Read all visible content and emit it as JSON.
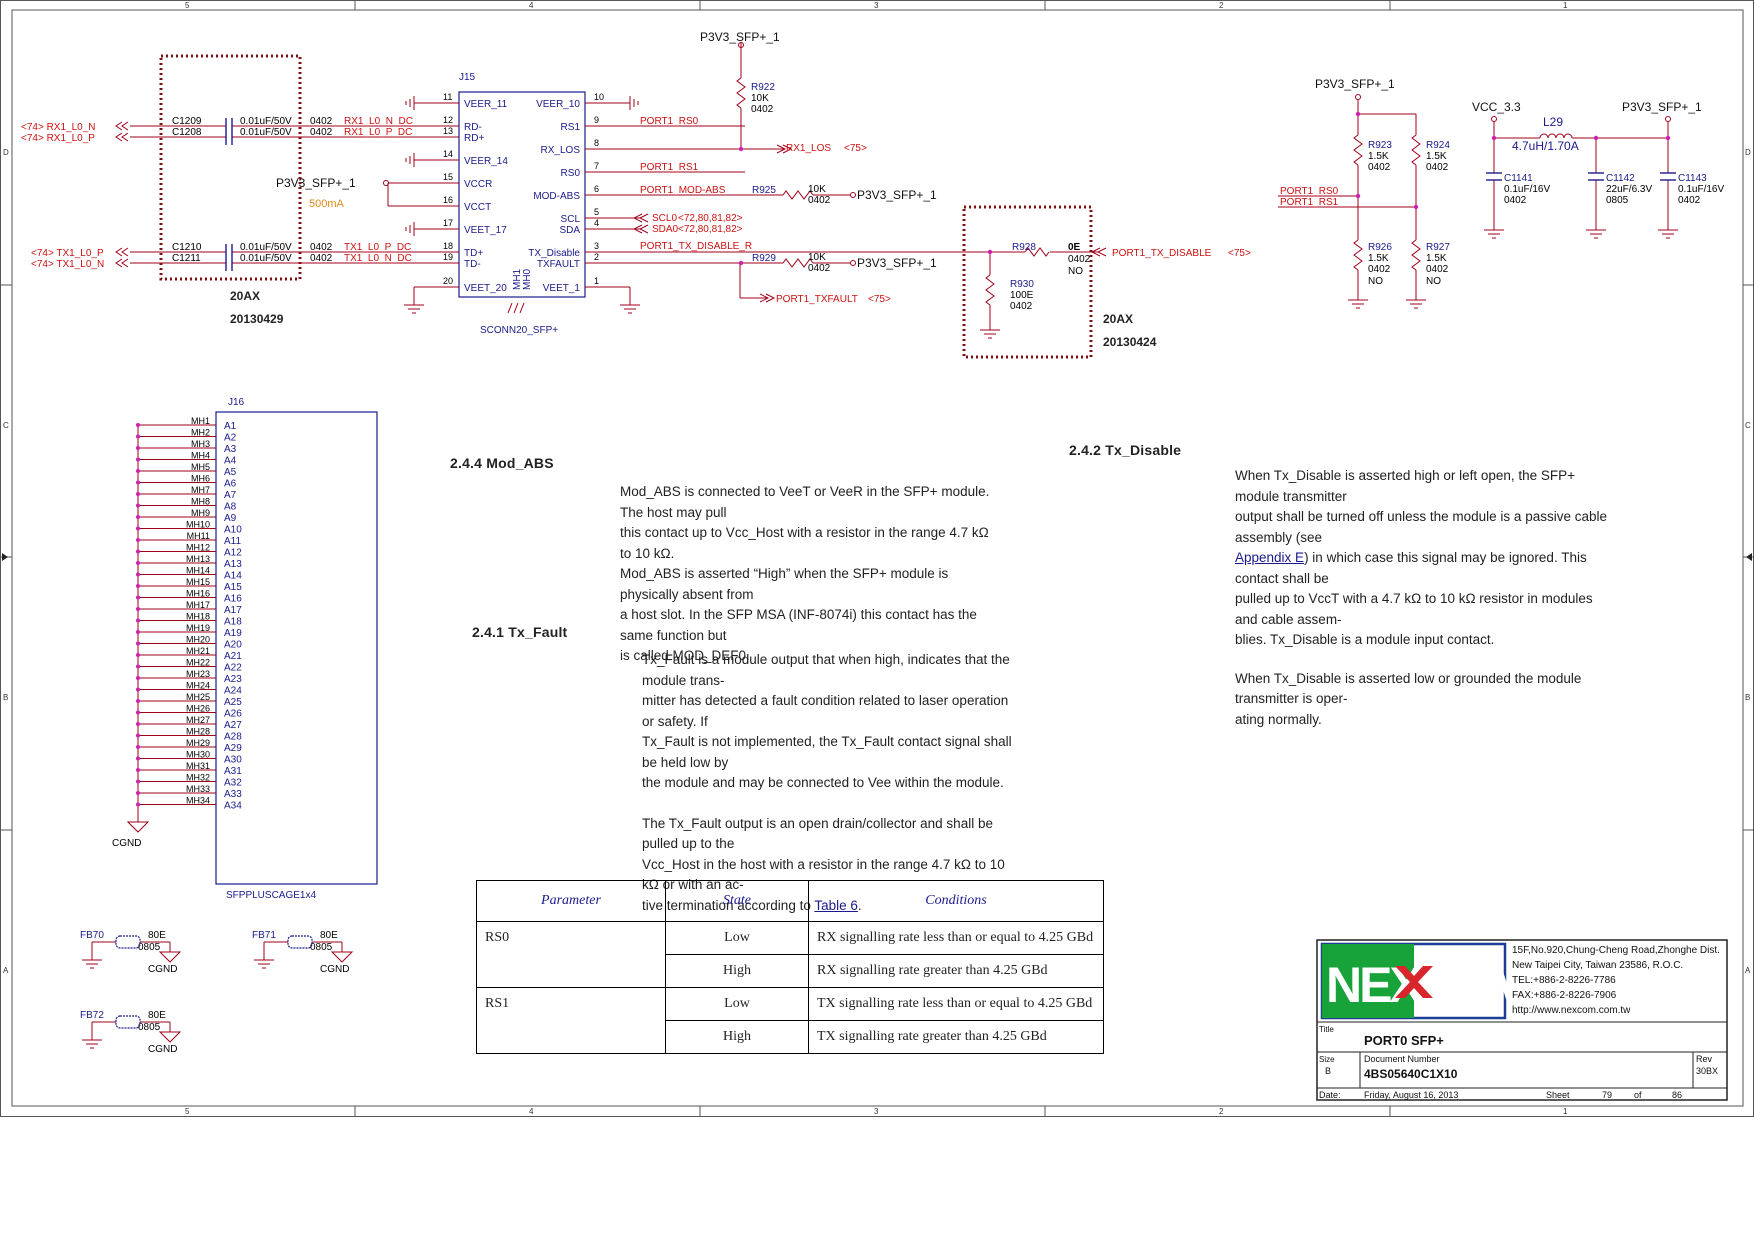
{
  "title_block": {
    "company": "NEXCOM",
    "address": [
      "15F,No.920,Chung-Cheng Road,Zhonghe Dist.",
      "New Taipei City, Taiwan 23586, R.O.C.",
      "TEL:+886-2-8226-7786",
      "FAX:+886-2-8226-7906",
      "http://www.nexcom.com.tw"
    ],
    "title_label": "Title",
    "title": "PORT0 SFP+",
    "size_label": "Size",
    "size": "B",
    "docnum_label": "Document Number",
    "docnum": "4BS05640C1X10",
    "rev_label": "Rev",
    "rev": "30BX",
    "date_label": "Date:",
    "date": "Friday, August 16, 2013",
    "sheet_label": "Sheet",
    "sheet": "79",
    "of_label": "of",
    "of": "86"
  },
  "border": {
    "cols": [
      "5",
      "4",
      "3",
      "2",
      "1"
    ],
    "rows": [
      "D",
      "C",
      "B",
      "A"
    ]
  },
  "j15": {
    "ref": "J15",
    "part": "SCONN20_SFP+",
    "left_pins": [
      {
        "num": "11",
        "name": "VEER_11"
      },
      {
        "num": "12",
        "name": "RD-"
      },
      {
        "num": "13",
        "name": "RD+"
      },
      {
        "num": "14",
        "name": "VEER_14"
      },
      {
        "num": "15",
        "name": "VCCR"
      },
      {
        "num": "16",
        "name": "VCCT"
      },
      {
        "num": "17",
        "name": "VEET_17"
      },
      {
        "num": "18",
        "name": "TD+"
      },
      {
        "num": "19",
        "name": "TD-"
      },
      {
        "num": "20",
        "name": "VEET_20"
      }
    ],
    "right_pins": [
      {
        "num": "10",
        "name": "VEER_10"
      },
      {
        "num": "9",
        "name": "RS1"
      },
      {
        "num": "8",
        "name": "RX_LOS"
      },
      {
        "num": "7",
        "name": "RS0"
      },
      {
        "num": "6",
        "name": "MOD-ABS"
      },
      {
        "num": "5",
        "name": "SCL"
      },
      {
        "num": "4",
        "name": "SDA"
      },
      {
        "num": "3",
        "name": "TX_Disable"
      },
      {
        "num": "2",
        "name": "TXFAULT"
      },
      {
        "num": "1",
        "name": "VEET_1"
      }
    ],
    "mh": [
      "MH1",
      "MH0"
    ]
  },
  "caps": [
    {
      "ref": "C1209",
      "val": "0.01uF/50V",
      "pkg": "0402"
    },
    {
      "ref": "C1208",
      "val": "0.01uF/50V",
      "pkg": "0402"
    },
    {
      "ref": "C1210",
      "val": "0.01uF/50V",
      "pkg": "0402"
    },
    {
      "ref": "C1211",
      "val": "0.01uF/50V",
      "pkg": "0402"
    }
  ],
  "nets_left": {
    "rx_n_in": "<74>  RX1_L0_N",
    "rx_p_in": "<74>  RX1_L0_P",
    "tx_p_in": "<74>  TX1_L0_P",
    "tx_n_in": "<74>  TX1_L0_N",
    "rx_n_dc": "RX1_L0_N_DC",
    "rx_p_dc": "RX1_L0_P_DC",
    "tx_p_dc": "TX1_L0_P_DC",
    "tx_n_dc": "TX1_L0_N_DC",
    "vcc": "P3V3_SFP+_1",
    "current": "500mA"
  },
  "annot_left": {
    "name": "20AX",
    "date": "20130429"
  },
  "annot_right": {
    "name": "20AX",
    "date": "20130424"
  },
  "nets_right": {
    "top_pwr": "P3V3_SFP+_1",
    "r922": {
      "ref": "R922",
      "val": "10K",
      "pkg": "0402"
    },
    "rs0": "PORT1_RS0",
    "rx_los": "RX1_LOS",
    "rx_los_ref": "<75>",
    "rs1": "PORT1_RS1",
    "mod_abs": "PORT1_MOD-ABS",
    "r925": {
      "ref": "R925",
      "val": "10K",
      "pkg": "0402"
    },
    "r925_pwr": "P3V3_SFP+_1",
    "scl": "SCL0",
    "scl_ref": "<72,80,81,82>",
    "sda": "SDA0",
    "sda_ref": "<72,80,81,82>",
    "txdis": "PORT1_TX_DISABLE_R",
    "r929": {
      "ref": "R929",
      "val": "10K",
      "pkg": "0402"
    },
    "r929_pwr": "P3V3_SFP+_1",
    "txfault": "PORT1_TXFAULT",
    "txfault_ref": "<75>",
    "r928": {
      "ref": "R928",
      "val": "0E",
      "pkg": "0402",
      "no": "NO"
    },
    "r930": {
      "ref": "R930",
      "val": "100E",
      "pkg": "0402"
    },
    "txdis_out": "PORT1_TX_DISABLE",
    "txdis_out_ref": "<75>"
  },
  "rs_block": {
    "pwr": "P3V3_SFP+_1",
    "r923": {
      "ref": "R923",
      "val": "1.5K",
      "pkg": "0402"
    },
    "r924": {
      "ref": "R924",
      "val": "1.5K",
      "pkg": "0402"
    },
    "r926": {
      "ref": "R926",
      "val": "1.5K",
      "pkg": "0402",
      "no": "NO"
    },
    "r927": {
      "ref": "R927",
      "val": "1.5K",
      "pkg": "0402",
      "no": "NO"
    },
    "rs0": "PORT1_RS0",
    "rs1": "PORT1_RS1"
  },
  "power_block": {
    "vcc": "VCC_3.3",
    "out": "P3V3_SFP+_1",
    "l29": {
      "ref": "L29",
      "val": "4.7uH/1.70A"
    },
    "c1141": {
      "ref": "C1141",
      "val": "0.1uF/16V",
      "pkg": "0402"
    },
    "c1142": {
      "ref": "C1142",
      "val": "22uF/6.3V",
      "pkg": "0805"
    },
    "c1143": {
      "ref": "C1143",
      "val": "0.1uF/16V",
      "pkg": "0402"
    }
  },
  "j16": {
    "ref": "J16",
    "part": "SFPPLUSCAGE1x4",
    "gnd": "CGND",
    "mh": [
      "MH1",
      "MH2",
      "MH3",
      "MH4",
      "MH5",
      "MH6",
      "MH7",
      "MH8",
      "MH9",
      "MH10",
      "MH11",
      "MH12",
      "MH13",
      "MH14",
      "MH15",
      "MH16",
      "MH17",
      "MH18",
      "MH19",
      "MH20",
      "MH21",
      "MH22",
      "MH23",
      "MH24",
      "MH25",
      "MH26",
      "MH27",
      "MH28",
      "MH29",
      "MH30",
      "MH31",
      "MH32",
      "MH33",
      "MH34"
    ],
    "a": [
      "A1",
      "A2",
      "A3",
      "A4",
      "A5",
      "A6",
      "A7",
      "A8",
      "A9",
      "A10",
      "A11",
      "A12",
      "A13",
      "A14",
      "A15",
      "A16",
      "A17",
      "A18",
      "A19",
      "A20",
      "A21",
      "A22",
      "A23",
      "A24",
      "A25",
      "A26",
      "A27",
      "A28",
      "A29",
      "A30",
      "A31",
      "A32",
      "A33",
      "A34"
    ]
  },
  "ferrites": [
    {
      "ref": "FB70",
      "val": "80E",
      "pkg": "0805",
      "gnd": "CGND"
    },
    {
      "ref": "FB71",
      "val": "80E",
      "pkg": "0805",
      "gnd": "CGND"
    },
    {
      "ref": "FB72",
      "val": "80E",
      "pkg": "0805",
      "gnd": "CGND"
    }
  ],
  "notes": {
    "mod_abs": {
      "heading": "2.4.4 Mod_ABS",
      "lines": [
        "Mod_ABS is connected to VeeT or VeeR in the SFP+ module. The host may pull",
        "this contact up to Vcc_Host with a resistor in the range 4.7 kΩ to 10 kΩ.",
        "Mod_ABS is asserted “High” when the SFP+ module is physically absent from",
        "a host slot. In the SFP MSA (INF-8074i) this contact has the same function but",
        "is called MOD_DEF0."
      ]
    },
    "tx_fault": {
      "heading": "2.4.1 Tx_Fault",
      "lines": [
        "Tx_Fault is a module output that when high, indicates that the module trans-",
        "mitter has detected a fault condition related to laser operation or safety. If",
        "Tx_Fault is not implemented, the Tx_Fault contact signal shall be held low by",
        "the module and may be connected to Vee within the module."
      ],
      "lines2_pre": "The Tx_Fault output is an open drain/collector and shall be pulled up to the",
      "lines2_mid": "Vcc_Host in the host with a resistor in the range 4.7 kΩ to 10 kΩ or with an ac-",
      "lines2_end_pre": "tive termination according to ",
      "lines2_link": "Table 6",
      "lines2_end_post": "."
    },
    "tx_disable": {
      "heading": "2.4.2 Tx_Disable",
      "l1": "When Tx_Disable is asserted high or left open, the SFP+ module transmitter",
      "l2": "output shall be turned off unless the module is a passive cable assembly (see",
      "l3_link": "Appendix E",
      "l3_post": ") in which case this signal may be ignored. This contact shall be",
      "l4": "pulled up to VccT with a 4.7 kΩ to 10 kΩ resistor in modules and cable assem-",
      "l5": "blies. Tx_Disable is a module input contact.",
      "l6": "When Tx_Disable is asserted low or grounded the module transmitter is oper-",
      "l7": "ating normally."
    }
  },
  "table": {
    "headers": [
      "Parameter",
      "State",
      "Conditions"
    ],
    "rows": [
      {
        "param": "RS0",
        "state": "Low",
        "cond": "RX signalling rate less than or equal to 4.25 GBd"
      },
      {
        "param": "",
        "state": "High",
        "cond": "RX signalling rate greater than 4.25 GBd"
      },
      {
        "param": "RS1",
        "state": "Low",
        "cond": "TX signalling rate less than or equal to 4.25 GBd"
      },
      {
        "param": "",
        "state": "High",
        "cond": "TX signalling rate greater than 4.25 GBd"
      }
    ]
  },
  "colors": {
    "wire": "#a0001a",
    "body": "#1a1a8c",
    "junction": "#d020b0",
    "dotbox": "#801010",
    "logo_green": "#17a33a",
    "logo_blue": "#1c3f95",
    "logo_red": "#d8262c"
  }
}
